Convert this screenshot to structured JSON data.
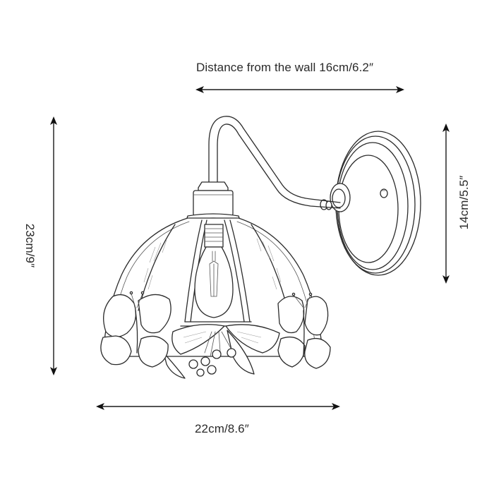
{
  "diagram": {
    "subject": "wall sconce lamp with butterfly stained-glass shade",
    "line_color": "#2b2b2b",
    "background": "#ffffff",
    "dimensions": {
      "wall_distance": {
        "label": "Distance from the wall 16cm/6.2″",
        "orientation": "horizontal"
      },
      "total_height": {
        "label": "23cm/9″",
        "orientation": "vertical"
      },
      "backplate_height": {
        "label": "14cm/5.5″",
        "orientation": "vertical"
      },
      "shade_width": {
        "label": "22cm/8.6″",
        "orientation": "horizontal"
      }
    },
    "parts": [
      "gooseneck-arm",
      "round-backplate",
      "bulb-socket",
      "edison-bulb",
      "dome-shade",
      "butterflies",
      "leaves",
      "bead-cluster"
    ]
  }
}
